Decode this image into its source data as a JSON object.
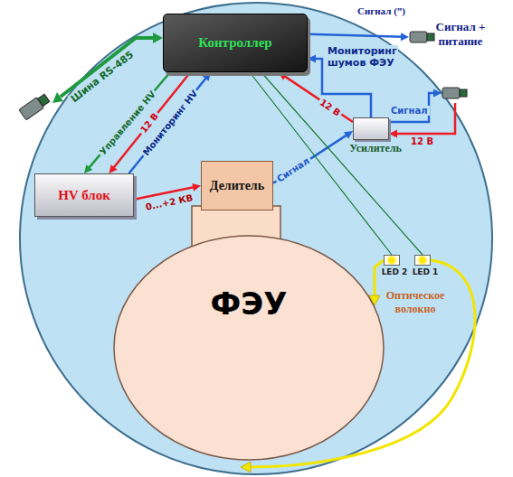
{
  "diagram": {
    "nodes": [
      {
        "text": [
          "Контроллер"
        ]
      },
      {
        "text": [
          "HV блок"
        ]
      },
      {
        "text": [
          "Делитель"
        ]
      },
      {
        "text": [
          "ФЭУ"
        ]
      },
      {
        "text": [
          "Усилитель"
        ]
      },
      {
        "text": [
          "LED 2"
        ]
      },
      {
        "text": [
          "LED 1"
        ]
      },
      {
        "text": [
          "Сигнал (”)"
        ]
      },
      {
        "text": [
          "Сигнал + питание"
        ]
      }
    ],
    "edges": [
      {
        "from": 0,
        "to": 1,
        "label": "Управление HV",
        "arrow": "to"
      },
      {
        "from": 0,
        "to": 1,
        "label": "12 В",
        "arrow": "to"
      },
      {
        "from": 1,
        "to": 0,
        "label": "Мониторинг HV",
        "arrow": "to"
      },
      {
        "from": 1,
        "to": 2,
        "label": "0...+2 КВ",
        "arrow": "to"
      },
      {
        "from": 2,
        "to": 4,
        "label": "Сигнал",
        "arrow": "to"
      },
      {
        "from": 4,
        "to": 0,
        "label": "Мониторинг шумов ФЭУ",
        "arrow": "to"
      },
      {
        "from": 4,
        "to": 0,
        "label": "12 В",
        "arrow": "to"
      },
      {
        "from": 0,
        "to": 7,
        "arrow": "to"
      },
      {
        "from": 4,
        "to": 8,
        "label": "Сигнал",
        "arrow": "to"
      },
      {
        "from": 8,
        "to": 4,
        "label": "12 В",
        "arrow": "to"
      },
      {
        "from": 0,
        "to": 5,
        "arrow": "none"
      },
      {
        "from": 0,
        "to": 6,
        "arrow": "none"
      }
    ],
    "labels": [
      "Шина RS-485",
      "Оптическое волокно"
    ]
  }
}
